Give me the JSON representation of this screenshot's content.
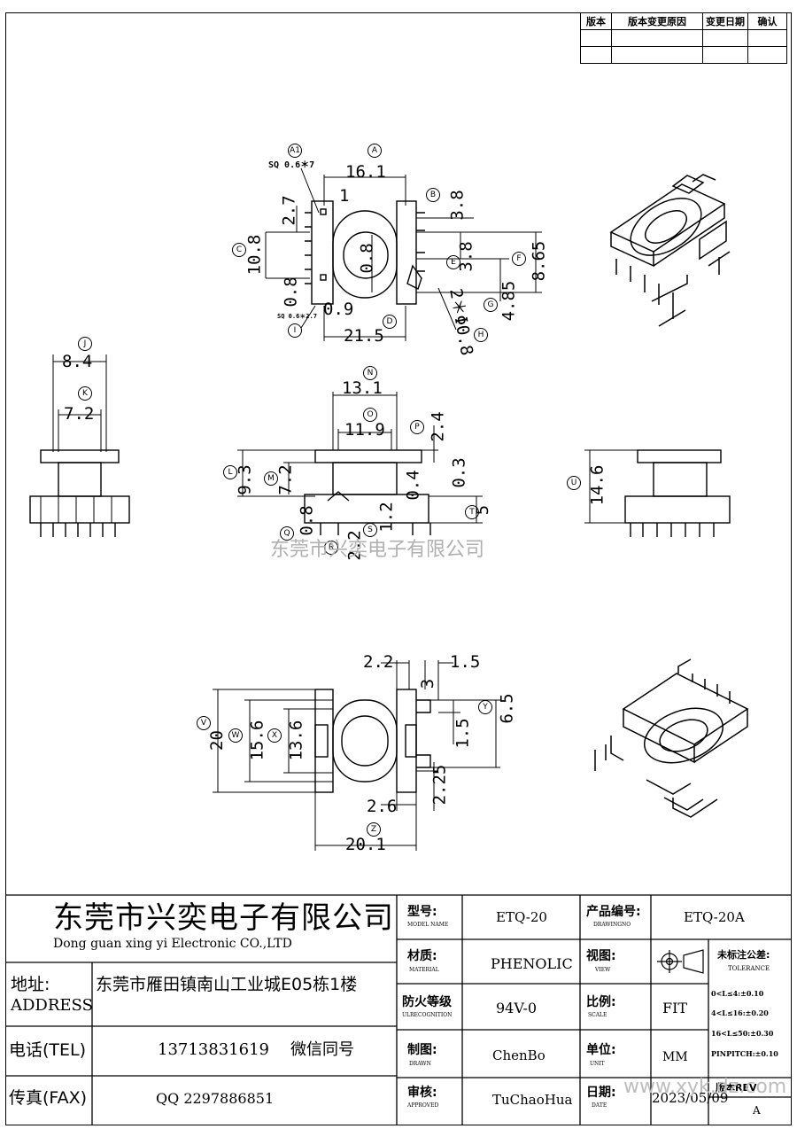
{
  "revision_table": {
    "headers": [
      "版本",
      "版本变更原因",
      "变更日期",
      "确认"
    ]
  },
  "labels": {
    "A1": "A1",
    "A": "A",
    "B": "B",
    "C": "C",
    "D": "D",
    "E": "E",
    "F": "F",
    "G": "G",
    "H": "H",
    "I": "I",
    "J": "J",
    "K": "K",
    "L": "L",
    "M": "M",
    "N": "N",
    "O": "O",
    "P": "P",
    "Q": "Q",
    "R": "R",
    "S": "S",
    "T": "T",
    "U": "U",
    "V": "V",
    "W": "W",
    "X": "X",
    "Y": "Y",
    "Z": "Z"
  },
  "dims": {
    "sq1": "SQ 0.6＊7",
    "sq2": "SQ 0.6＊2.7",
    "a": "16.1",
    "b": "3.8",
    "one": "1",
    "c27": "2.7",
    "c": "10.8",
    "d08a": "0.8",
    "e08": "0.8",
    "e": "3.8",
    "f": "8.65",
    "g": "4.85",
    "h": "0.9",
    "d": "21.5",
    "dia": "2＊Φ0.8",
    "j": "8.4",
    "k": "7.2",
    "n": "13.1",
    "o": "11.9",
    "p": "2.4",
    "l": "9.3",
    "m": "7.2",
    "q03": "0.3",
    "q04": "0.4",
    "t": "5",
    "r": "2.2",
    "q": "0.8",
    "s": "1.2",
    "u": "14.6",
    "b22": "2.2",
    "b15": "1.5",
    "b3": "3",
    "y": "6.5",
    "b15b": "1.5",
    "v": "20",
    "w": "15.6",
    "x": "13.6",
    "b225": "2.25",
    "b26": "2.6",
    "z": "20.1"
  },
  "watermark": "东莞市兴奕电子有限公司",
  "watermark2": "www.xyk.dz.com",
  "title_block": {
    "company_cn": "东莞市兴奕电子有限公司",
    "company_en": "Dong guan xing yi Electronic CO.,LTD",
    "address_label": "地址:",
    "address_label_en": "ADDRESS",
    "address": "东莞市雁田镇南山工业城E05栋1楼",
    "tel_label": "电话(TEL)",
    "tel": "13713831619",
    "wechat": "微信同号",
    "fax_label": "传真(FAX)",
    "fax": "QQ 2297886851",
    "model_label": "型号:",
    "model_label_en": "MODEL NAME",
    "model": "ETQ-20",
    "drawingno_label": "产品编号:",
    "drawingno_label_en": "DRAWINGNO",
    "drawingno": "ETQ-20A",
    "material_label": "材质:",
    "material_label_en": "MATERIAL",
    "material": "PHENOLIC",
    "view_label": "视图:",
    "view_label_en": "VIEW",
    "flame_label": "防火等级",
    "flame_label_en": "ULRECOGNITION",
    "flame": "94V-0",
    "scale_label": "比例:",
    "scale_label_en": "SCALE",
    "scale": "FIT",
    "drawn_label": "制图:",
    "drawn_label_en": "DRAWN",
    "drawn": "ChenBo",
    "unit_label": "单位:",
    "unit_label_en": "UNIT",
    "unit": "MM",
    "approved_label": "审核:",
    "approved_label_en": "APPROVED",
    "approved": "TuChaoHua",
    "date_label": "日期:",
    "date_label_en": "DATE",
    "date": "2023/05/09",
    "tol_title": "未标注公差:",
    "tol_title_en": "TOLERANCE",
    "tol1": "0<L≤4:±0.10",
    "tol2": "4<L≤16:±0.20",
    "tol3": "16<L≤50:±0.30",
    "tol4": "PINPITCH:±0.10",
    "rev_label": "版本REV",
    "rev": "A"
  }
}
